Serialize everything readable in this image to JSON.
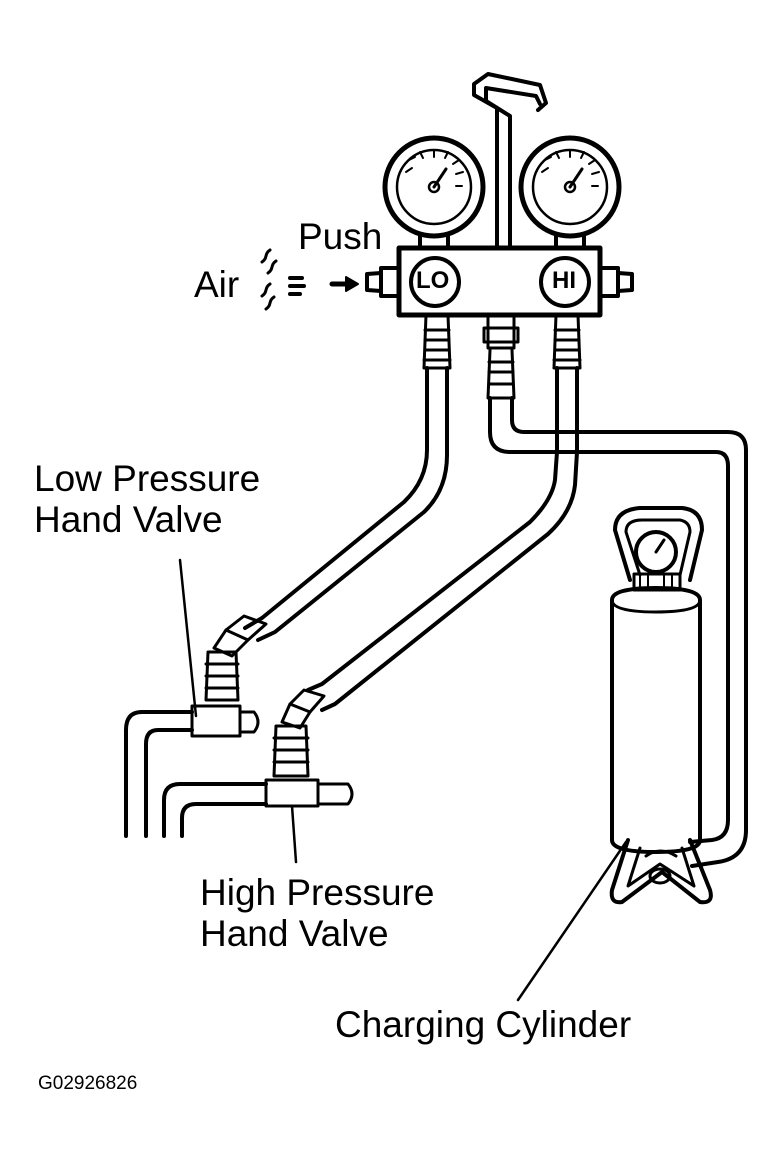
{
  "labels": {
    "push": "Push",
    "air": "Air",
    "gauge_lo": "LO",
    "gauge_hi": "HI",
    "low_valve": [
      "Low Pressure",
      "Hand Valve"
    ],
    "high_valve": [
      "High Pressure",
      "Hand Valve"
    ],
    "charging_cylinder": "Charging Cylinder",
    "figure_code": "G02926826"
  },
  "colors": {
    "line": "#000000",
    "background": "#ffffff"
  }
}
